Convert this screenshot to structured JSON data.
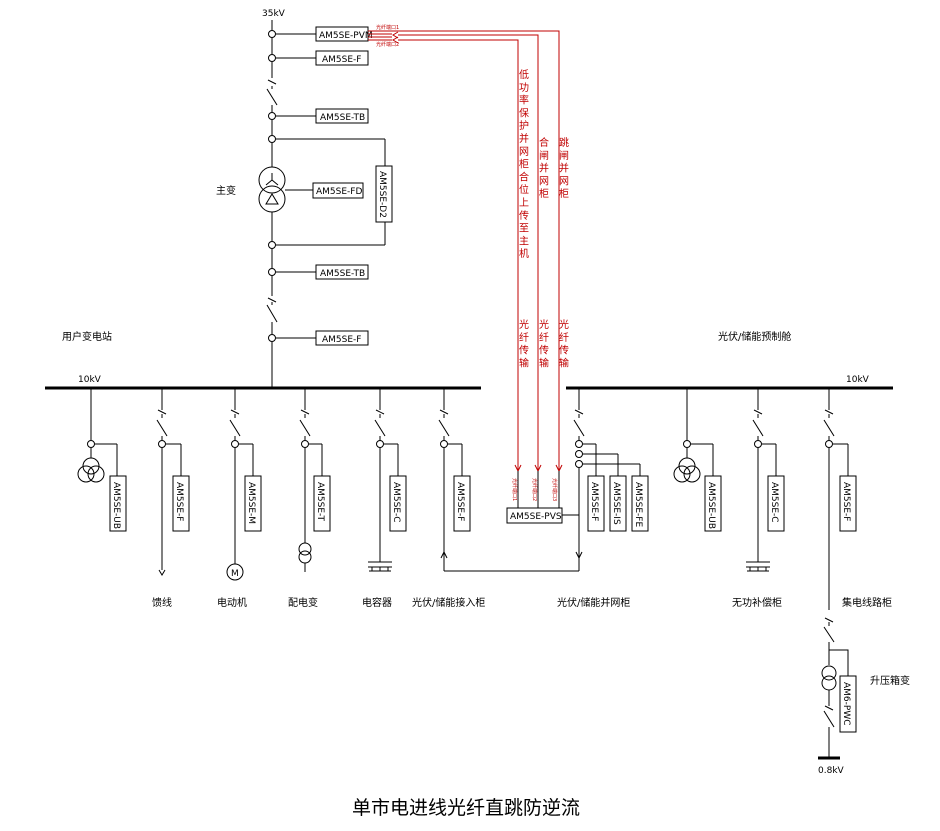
{
  "title": "单市电进线光纤直跳防逆流",
  "voltages": {
    "top": "35kV",
    "left_bus": "10kV",
    "right_bus": "10kV",
    "bottom": "0.8kV"
  },
  "sections": {
    "user_substation": "用户变电站",
    "pv_cabin": "光伏/储能预制舱",
    "main_transformer": "主变",
    "boost_box": "升压箱变"
  },
  "main_devices": {
    "pvm": "AM5SE-PVM",
    "f_top": "AM5SE-F",
    "tb_top": "AM5SE-TB",
    "fd": "AM5SE-FD",
    "d2": "AM5SE-D2",
    "tb_bottom": "AM5SE-TB",
    "f_bottom": "AM5SE-F"
  },
  "signals": {
    "low_power": "低功率保护并网柜合位上传至主机",
    "close": "合闸并网柜",
    "trip": "跳闸并网柜",
    "fiber": "光纤传输",
    "port1": "光纤端口1",
    "port2": "光纤端口2",
    "port3": "光纤端口3"
  },
  "left_feeders": [
    {
      "device": "AM5SE-UB",
      "label": ""
    },
    {
      "device": "AM5SE-F",
      "label": "馈线"
    },
    {
      "device": "AM5SE-M",
      "label": "电动机",
      "motor": "M"
    },
    {
      "device": "AM5SE-T",
      "label": "配电变"
    },
    {
      "device": "AM5SE-C",
      "label": "电容器"
    },
    {
      "device": "AM5SE-F",
      "label": "光伏/储能接入柜"
    }
  ],
  "pvs": "AM5SE-PVS",
  "grid_cabinet": {
    "label": "光伏/储能并网柜",
    "devices": [
      "AM5SE-F",
      "AM5SE-IS",
      "AM5SE-FE"
    ]
  },
  "right_feeders": [
    {
      "device": "AM5SE-UB",
      "label": ""
    },
    {
      "device": "AM5SE-C",
      "label": "无功补偿柜"
    },
    {
      "device": "AM5SE-F",
      "label": "集电线路柜"
    }
  ],
  "pwc": "AM6-PWC"
}
